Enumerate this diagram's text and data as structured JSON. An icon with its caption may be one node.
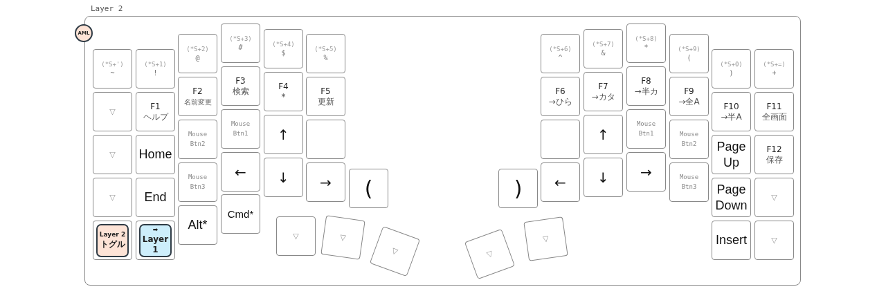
{
  "diagram": {
    "title": "Layer 2",
    "nodes": [
      {
        "text": [],
        "shape": "box"
      },
      {
        "text": [
          "AML"
        ]
      },
      {
        "text": [
          "(*S+')",
          "~"
        ],
        "in": 0
      },
      {
        "text": [
          "▽"
        ],
        "in": 0
      },
      {
        "text": [
          "▽"
        ],
        "in": 0
      },
      {
        "text": [
          "▽"
        ],
        "in": 0
      },
      {
        "text": [
          "Layer 2",
          "トグル"
        ],
        "in": 0
      },
      {
        "text": [
          "(*S+1)",
          "!"
        ],
        "in": 0
      },
      {
        "text": [
          "F1",
          "ヘルプ"
        ],
        "in": 0
      },
      {
        "text": [
          "Home"
        ],
        "in": 0
      },
      {
        "text": [
          "End"
        ],
        "in": 0
      },
      {
        "text": [
          "➡",
          "Layer 1"
        ],
        "in": 0
      },
      {
        "text": [
          "(*S+2)",
          "@"
        ],
        "in": 0
      },
      {
        "text": [
          "F2",
          "名前変更"
        ],
        "in": 0
      },
      {
        "text": [
          "Mouse Btn2"
        ],
        "in": 0
      },
      {
        "text": [
          "Mouse Btn3"
        ],
        "in": 0
      },
      {
        "text": [
          "Alt*"
        ],
        "in": 0
      },
      {
        "text": [
          "(*S+3)",
          "#"
        ],
        "in": 0
      },
      {
        "text": [
          "F3",
          "検索"
        ],
        "in": 0
      },
      {
        "text": [
          "Mouse Btn1"
        ],
        "in": 0
      },
      {
        "text": [
          "←"
        ],
        "in": 0
      },
      {
        "text": [
          "Cmd*"
        ],
        "in": 0
      },
      {
        "text": [
          "(*S+4)",
          "$"
        ],
        "in": 0
      },
      {
        "text": [
          "F4",
          "*"
        ],
        "in": 0
      },
      {
        "text": [
          "↑"
        ],
        "in": 0
      },
      {
        "text": [
          "↓"
        ],
        "in": 0
      },
      {
        "text": [
          "(*S+5)",
          "%"
        ],
        "in": 0
      },
      {
        "text": [
          "F5",
          "更新"
        ],
        "in": 0
      },
      {
        "text": [],
        "shape": "box",
        "in": 0
      },
      {
        "text": [
          "→"
        ],
        "in": 0
      },
      {
        "text": [
          "("
        ],
        "in": 0
      },
      {
        "text": [
          "▽"
        ],
        "in": 0
      },
      {
        "text": [
          "▽"
        ],
        "in": 0
      },
      {
        "text": [
          "▽"
        ],
        "in": 0
      },
      {
        "text": [
          "▽"
        ],
        "in": 0
      },
      {
        "text": [
          "▽"
        ],
        "in": 0
      },
      {
        "text": [
          ")"
        ],
        "in": 0
      },
      {
        "text": [
          "(*S+6)",
          "^"
        ],
        "in": 0
      },
      {
        "text": [
          "F6",
          "→ひら"
        ],
        "in": 0
      },
      {
        "text": [],
        "shape": "box",
        "in": 0
      },
      {
        "text": [
          "←"
        ],
        "in": 0
      },
      {
        "text": [
          "(*S+7)",
          "&"
        ],
        "in": 0
      },
      {
        "text": [
          "F7",
          "→カタ"
        ],
        "in": 0
      },
      {
        "text": [
          "↑"
        ],
        "in": 0
      },
      {
        "text": [
          "↓"
        ],
        "in": 0
      },
      {
        "text": [
          "(*S+8)",
          "*"
        ],
        "in": 0
      },
      {
        "text": [
          "F8",
          "→半カ"
        ],
        "in": 0
      },
      {
        "text": [
          "Mouse Btn1"
        ],
        "in": 0
      },
      {
        "text": [
          "→"
        ],
        "in": 0
      },
      {
        "text": [
          "(*S+9)",
          "("
        ],
        "in": 0
      },
      {
        "text": [
          "F9",
          "→全A"
        ],
        "in": 0
      },
      {
        "text": [
          "Mouse Btn2"
        ],
        "in": 0
      },
      {
        "text": [
          "Mouse Btn3"
        ],
        "in": 0
      },
      {
        "text": [
          "(*S+0)",
          ")"
        ],
        "in": 0
      },
      {
        "text": [
          "F10",
          "→半A"
        ],
        "in": 0
      },
      {
        "text": [
          "Page Up"
        ],
        "in": 0
      },
      {
        "text": [
          "Page Down"
        ],
        "in": 0
      },
      {
        "text": [
          "Insert"
        ],
        "in": 0
      },
      {
        "text": [
          "(*S+=)",
          "+"
        ],
        "in": 0
      },
      {
        "text": [
          "F11",
          "全画面"
        ],
        "in": 0
      },
      {
        "text": [
          "F12",
          "保存"
        ],
        "in": 0
      },
      {
        "text": [
          "▽"
        ],
        "in": 0
      },
      {
        "text": [
          "▽"
        ],
        "in": 0
      }
    ]
  }
}
